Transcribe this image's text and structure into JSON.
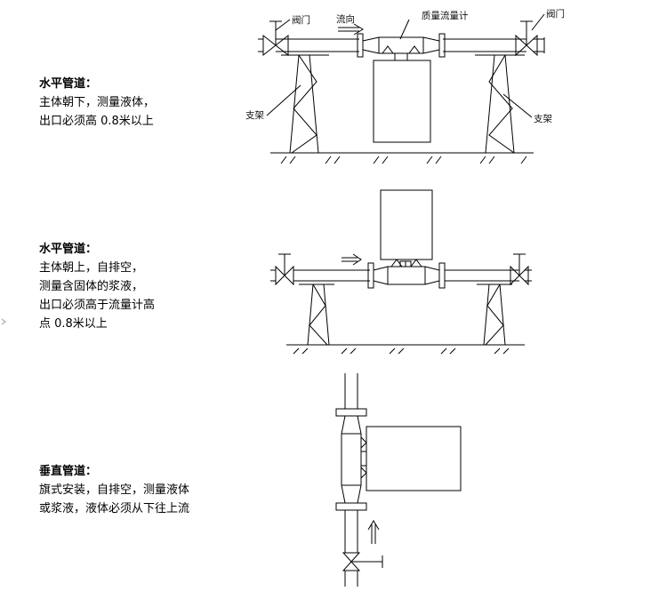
{
  "sections": [
    {
      "title": "水平管道：",
      "lines": [
        "主体朝下，测量液体，",
        "出口必须高 0.8米以上"
      ],
      "labels": {
        "valve_left": "阀门",
        "flow": "流向",
        "meter": "质量流量计",
        "valve_right": "阀门",
        "support_left": "支架",
        "support_right": "支架"
      }
    },
    {
      "title": "水平管道：",
      "lines": [
        "主体朝上，自排空，",
        "测量含固体的浆液，",
        "出口必须高于流量计高",
        "点 0.8米以上"
      ]
    },
    {
      "title": "垂直管道：",
      "lines": [
        "旗式安装，自排空，测量液体",
        "或浆液，液体必须从下往上流"
      ]
    }
  ]
}
